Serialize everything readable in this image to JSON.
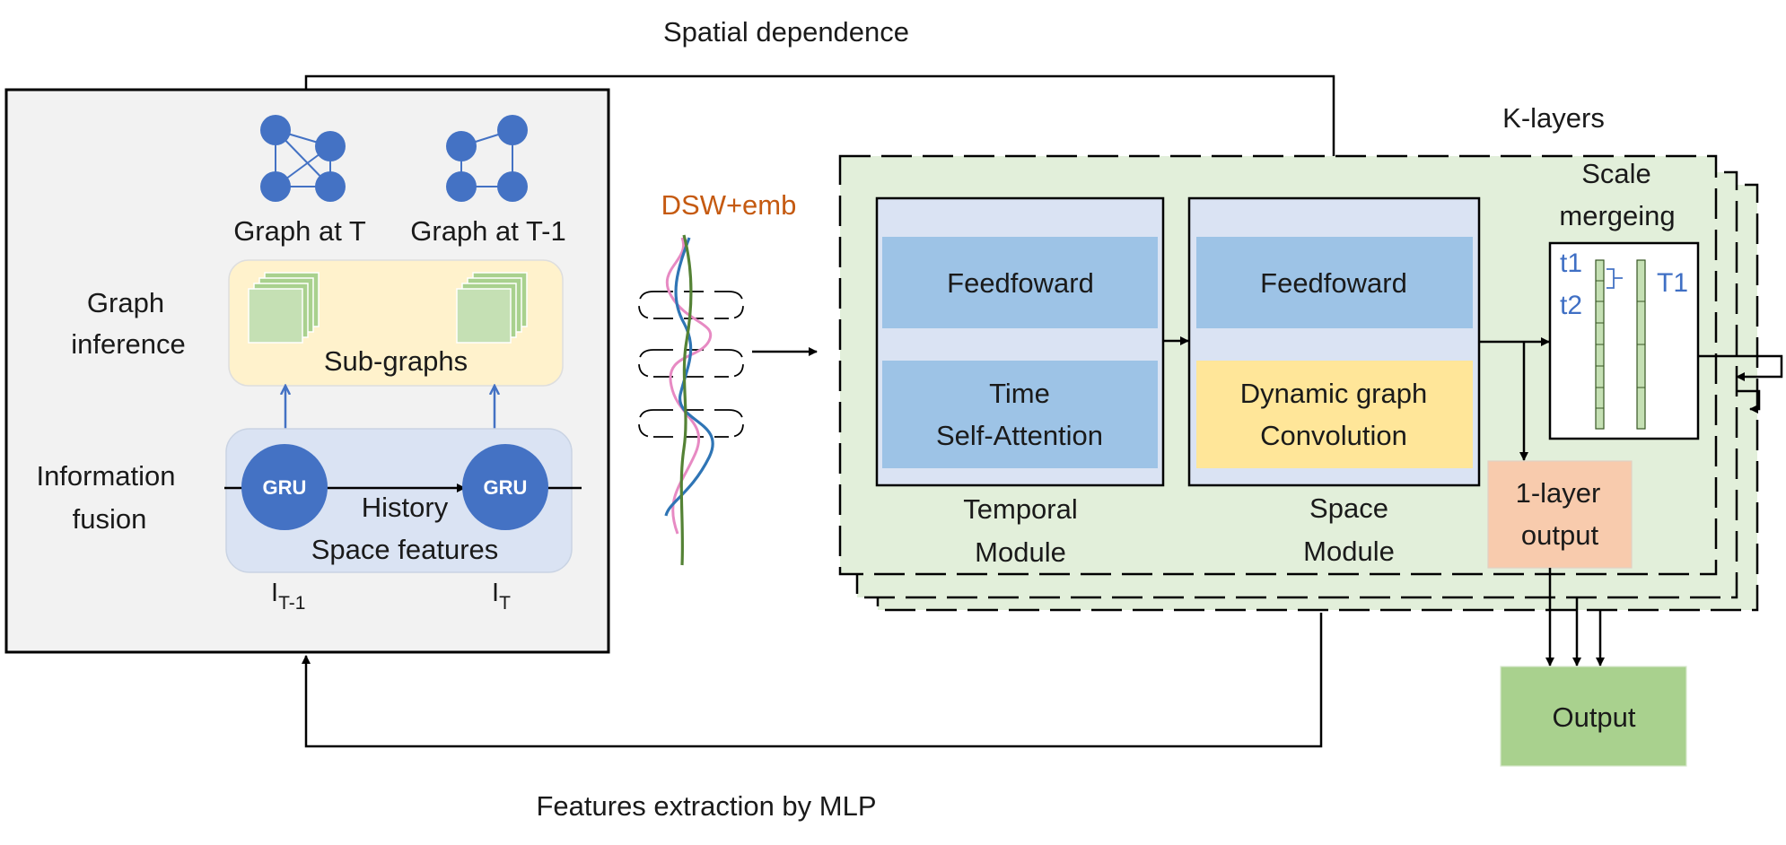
{
  "labels": {
    "spatial_dependence": "Spatial dependence",
    "features_extraction": "Features extraction by MLP",
    "k_layers": "K-layers",
    "dsw_emb": "DSW+emb",
    "graph_at_t": "Graph at T",
    "graph_at_t1": "Graph at T-1",
    "graph_inference_line1": "Graph",
    "graph_inference_line2": "inference",
    "sub_graphs": "Sub-graphs",
    "information_fusion_line1": "Information",
    "information_fusion_line2": "fusion",
    "gru": "GRU",
    "history": "History",
    "space_features": "Space features",
    "i_base": "I",
    "i_t1_sub": "T-1",
    "i_t_sub": "T",
    "feedforward": "Feedfoward",
    "time_sa_line1": "Time",
    "time_sa_line2": "Self-Attention",
    "dyn_graph_line1": "Dynamic graph",
    "dyn_graph_line2": "Convolution",
    "temporal_module_line1": "Temporal",
    "temporal_module_line2": "Module",
    "space_module_line1": "Space",
    "space_module_line2": "Module",
    "scale_merging_line1": "Scale",
    "scale_merging_line2": "mergeing",
    "t1_small": "t1",
    "t2_small": "t2",
    "T1_big": "T1",
    "one_layer_line1": "1-layer",
    "one_layer_line2": "output",
    "output": "Output"
  },
  "colors": {
    "node_blue": "#4472c4",
    "left_panel": "#f2f2f2",
    "subgraph_bg": "#fff2cc",
    "subgraph_square": "#a9d18e",
    "gru_bg": "#dae3f3",
    "klayer_bg": "#e2efda",
    "module_bg": "#dae3f3",
    "block_blue": "#9dc3e6",
    "block_yellow": "#ffe699",
    "layer_output": "#f8cbad",
    "output_green": "#a9d18e",
    "orange_text": "#c55a11",
    "curve_pink": "#e78ac3",
    "curve_blue": "#2f75b5",
    "curve_green": "#548235"
  }
}
